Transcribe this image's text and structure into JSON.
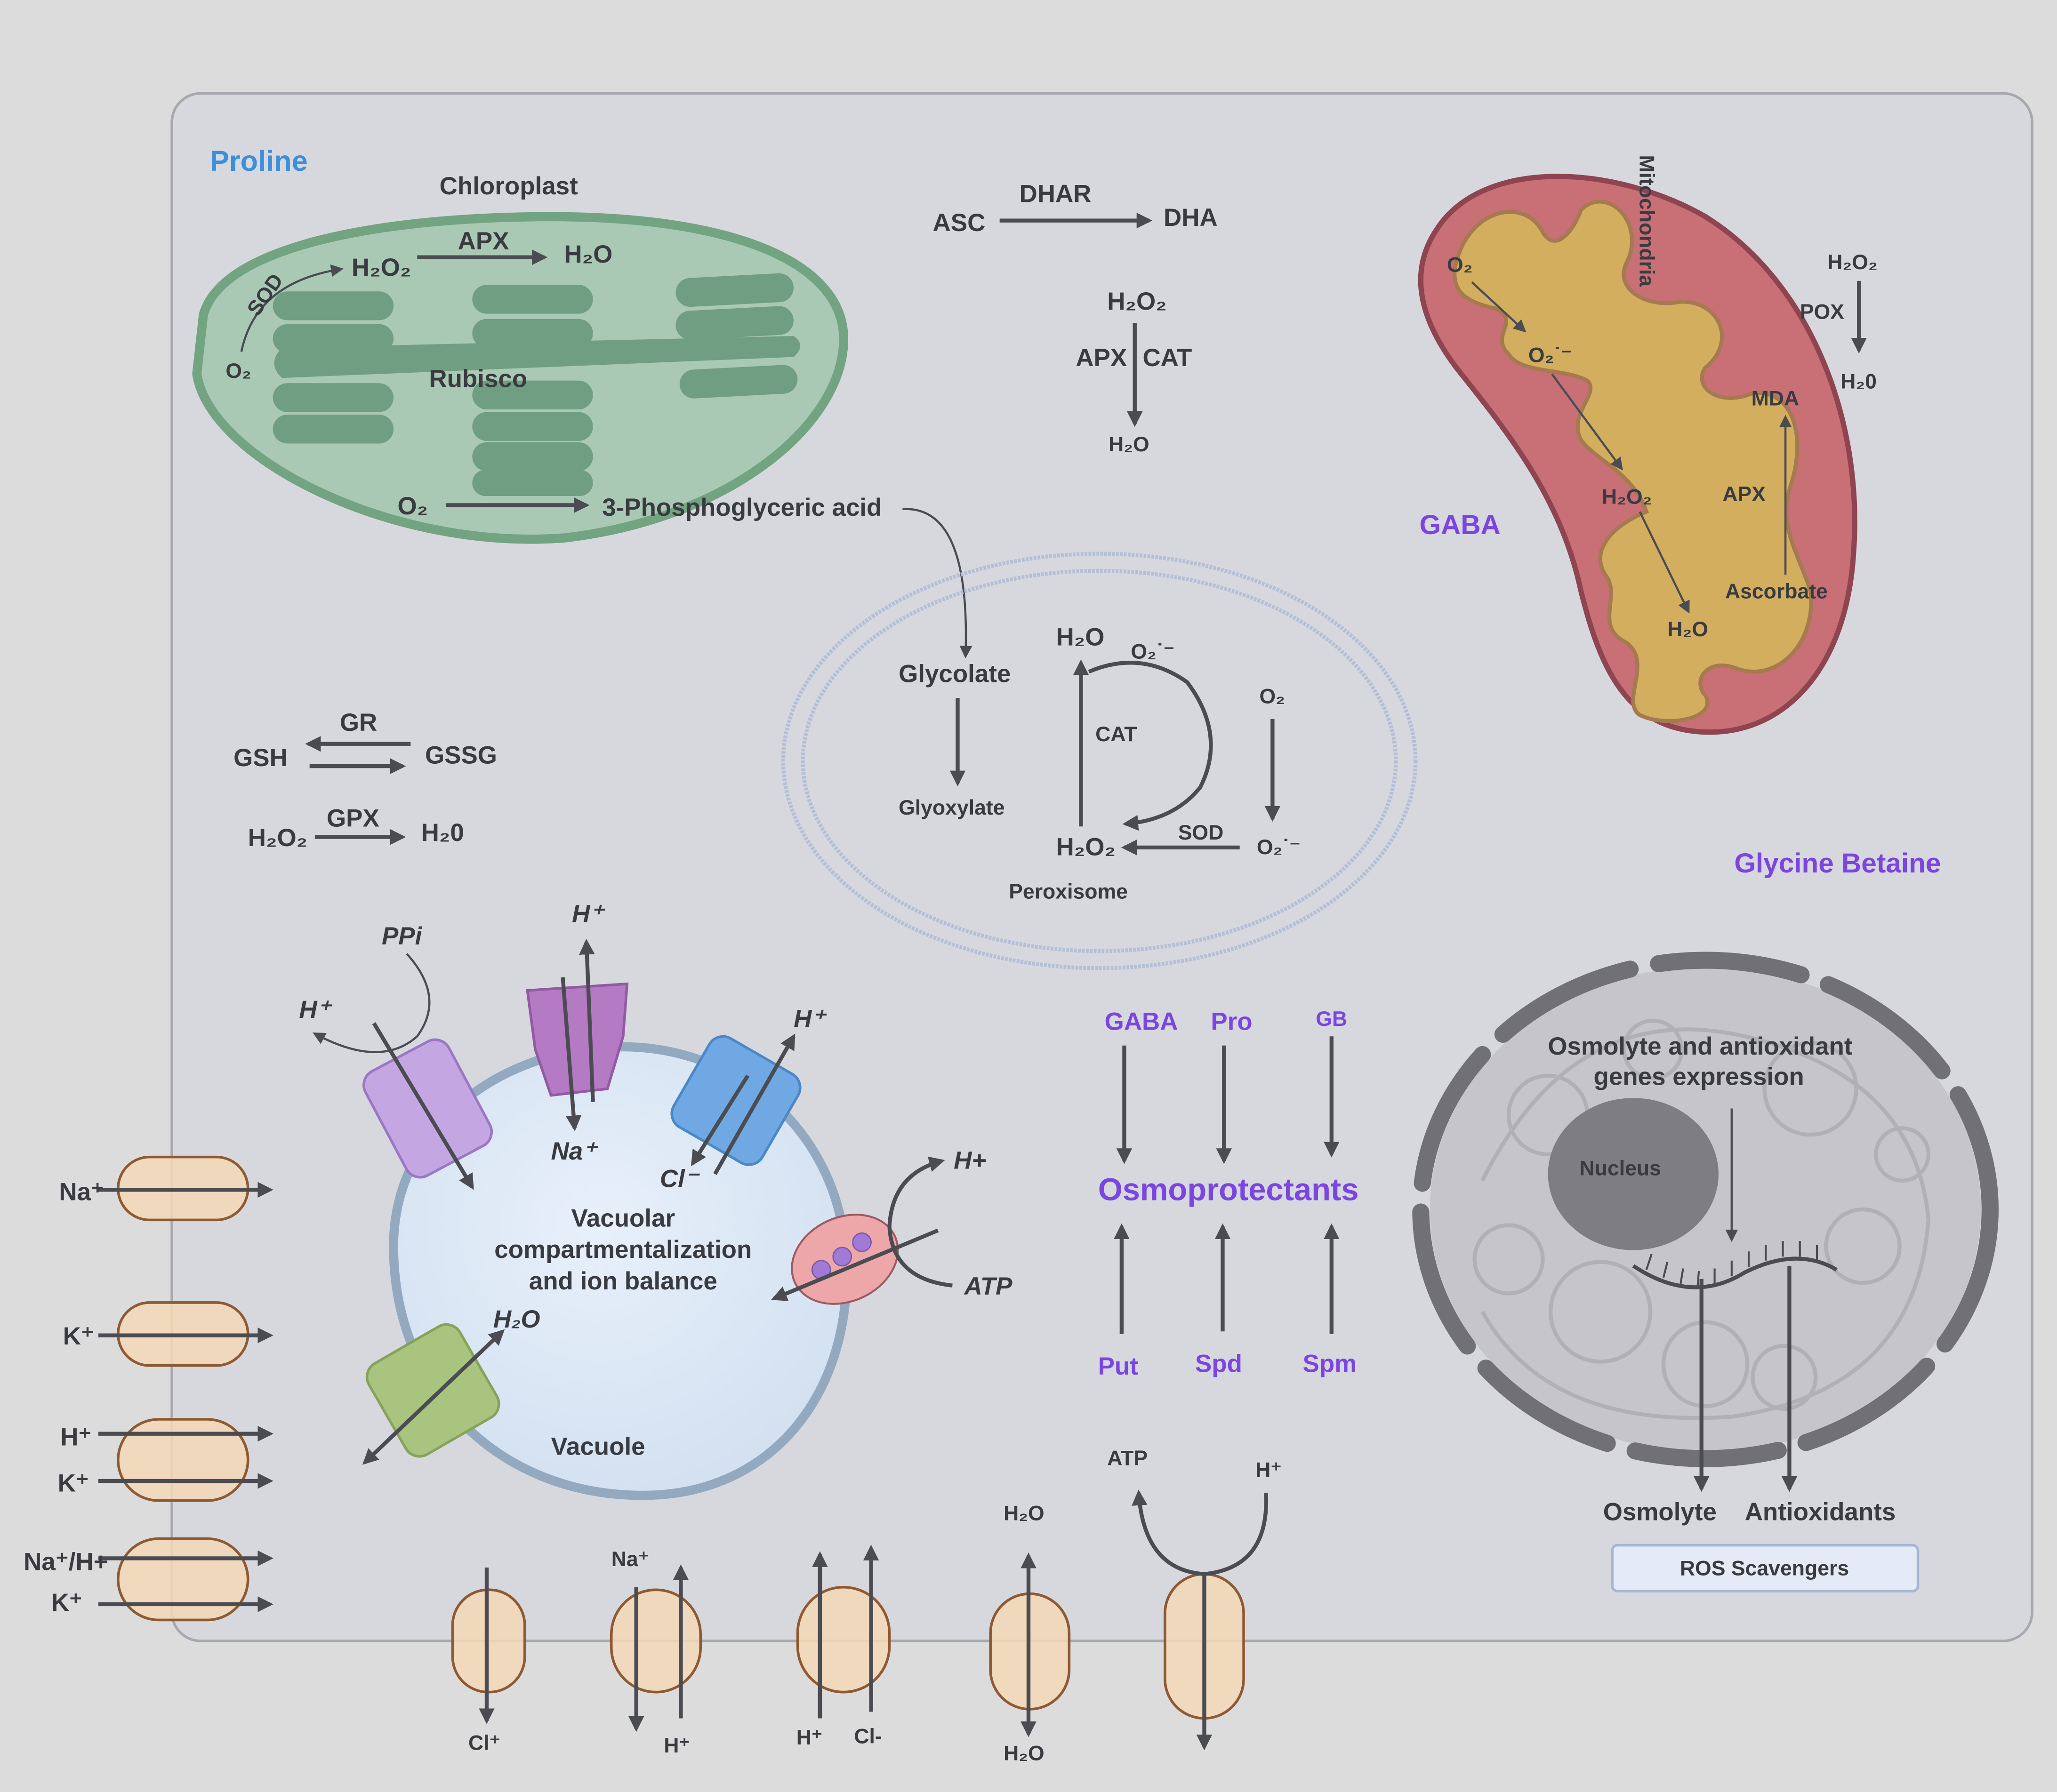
{
  "labels": {
    "proline": "Proline",
    "gaba_side": "GABA",
    "glycine_betaine": "Glycine Betaine"
  },
  "chloroplast": {
    "title": "Chloroplast",
    "sod": "SOD",
    "o2": "O₂",
    "h2o2": "H₂O₂",
    "apx": "APX",
    "h2o": "H₂O",
    "rubisco": "Rubisco",
    "o2_bottom": "O₂",
    "pga": "3-Phosphoglyceric acid"
  },
  "asc_cycle": {
    "asc": "ASC",
    "dhar": "DHAR",
    "dha": "DHA",
    "h2o2": "H₂O₂",
    "apx": "APX",
    "cat": "CAT",
    "h2o": "H₂O"
  },
  "mitochondria": {
    "title": "Mitochondria",
    "o2": "O₂",
    "superoxide": "O₂˙⁻",
    "h2o2": "H₂O₂",
    "h2o": "H₂O",
    "apx": "APX",
    "ascorbate": "Ascorbate",
    "mda": "MDA",
    "pox_h2o2": "H₂O₂",
    "pox": "POX",
    "pox_h2o": "H₂0"
  },
  "glutathione": {
    "gr": "GR",
    "gsh": "GSH",
    "gssg": "GSSG",
    "gpx": "GPX",
    "h2o2": "H₂O₂",
    "h2o": "H₂0"
  },
  "peroxisome": {
    "title": "Peroxisome",
    "glycolate": "Glycolate",
    "glyoxylate": "Glyoxylate",
    "h2o": "H₂O",
    "superoxide_top": "O₂˙⁻",
    "cat": "CAT",
    "o2": "O₂",
    "superoxide_bottom": "O₂˙⁻",
    "sod": "SOD",
    "h2o2": "H₂O₂"
  },
  "vacuole": {
    "title": "Vacuole",
    "caption_line1": "Vacuolar",
    "caption_line2": "compartmentalization",
    "caption_line3": "and ion balance",
    "ppi": "PPi",
    "h_ppase": "H⁺",
    "h_nhx": "H⁺",
    "na_nhx": "Na⁺",
    "h_clc": "H⁺",
    "cl_clc": "Cl⁻",
    "h_atpase": "H+",
    "atp": "ATP",
    "h2o_aqp": "H₂O"
  },
  "osmoprotectants": {
    "center": "Osmoprotectants",
    "top": [
      "GABA",
      "Pro",
      "GB"
    ],
    "bottom": [
      "Put",
      "Spd",
      "Spm"
    ]
  },
  "nucleus": {
    "title": "Nucleus",
    "expression_line1": "Osmolyte and antioxidant",
    "expression_line2": "genes expression",
    "osmolyte": "Osmolyte",
    "antioxidants": "Antioxidants",
    "ros_box": "ROS Scavengers"
  },
  "left_transporters": [
    {
      "labels": [
        "Na⁺"
      ]
    },
    {
      "labels": [
        "K⁺"
      ]
    },
    {
      "labels": [
        "H⁺",
        "K⁺"
      ]
    },
    {
      "labels": [
        "Na⁺/H+",
        "K⁺"
      ]
    }
  ],
  "bottom_transporters": {
    "cl_out": "Cl⁺",
    "na_top": "Na⁺",
    "h_bottom": "H⁺",
    "h_left": "H⁺",
    "cl_right": "Cl-",
    "h2o_top": "H₂O",
    "h2o_bottom": "H₂O",
    "atp": "ATP",
    "h_pump": "H⁺"
  },
  "colors": {
    "background": "#dcdcdd",
    "cell": "#d7d8dd",
    "chloroplast_fill": "#a9c9b5",
    "chloroplast_stroke": "#72a482",
    "mito_outer": "#c96f76",
    "mito_inner": "#d2ae5e",
    "proline_blue": "#3d8fdc",
    "purple_accent": "#7a45e0",
    "channel_fill": "#f3d8b6"
  }
}
